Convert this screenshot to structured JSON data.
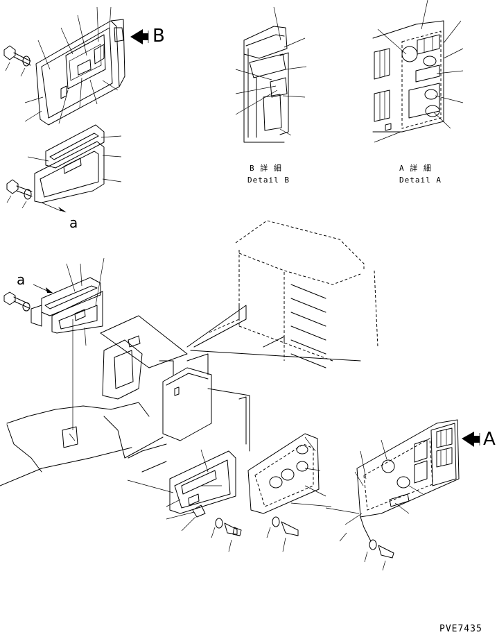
{
  "drawing": {
    "view_a_callout": "A",
    "view_b_callout": "B",
    "ref_a_upper": "a",
    "ref_a_lower": "a",
    "detail_b_title_jp": "B 詳 細",
    "detail_b_title_en": "Detail B",
    "detail_a_title_jp": "A 詳 細",
    "detail_a_title_en": "Detail A",
    "drawing_code": "PVE7435"
  }
}
